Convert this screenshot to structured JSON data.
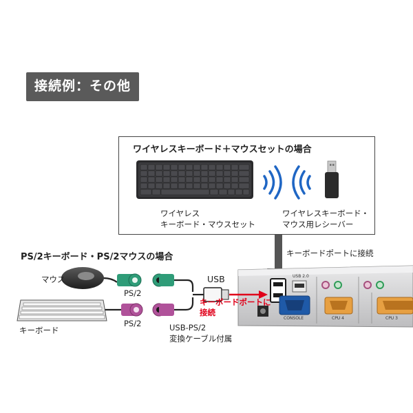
{
  "title": "接続例：その他",
  "wireless_box": {
    "heading": "ワイヤレスキーボード＋マウスセットの場合",
    "keyboard_label_line1": "ワイヤレス",
    "keyboard_label_line2": "キーボード・マウスセット",
    "receiver_label_line1": "ワイヤレスキーボード・",
    "receiver_label_line2": "マウス用レシーバー"
  },
  "ps2_section": {
    "heading": "PS/2キーボード・PS/2マウスの場合",
    "mouse_label": "マウス",
    "keyboard_label": "キーボード",
    "ps2_label_top": "PS/2",
    "ps2_label_bottom": "PS/2",
    "usb_label": "USB",
    "cable_label_line1": "USB-PS/2",
    "cable_label_line2": "変換ケーブル付属",
    "red_label_line1": "キーボードポートに",
    "red_label_line2": "接続"
  },
  "kvm": {
    "port_label": "キーボードポートに接続",
    "usb_port_text": "USB 2.0",
    "console_text": "CONSOLE",
    "cpu4_text": "CPU 4",
    "cpu3_text": "CPU 3"
  },
  "colors": {
    "accent_red": "#e0001a",
    "ps2_green": "#2f9c78",
    "ps2_purple": "#b0529a",
    "vga_orange": "#e7a042",
    "port_blue": "#1f5aa8"
  }
}
